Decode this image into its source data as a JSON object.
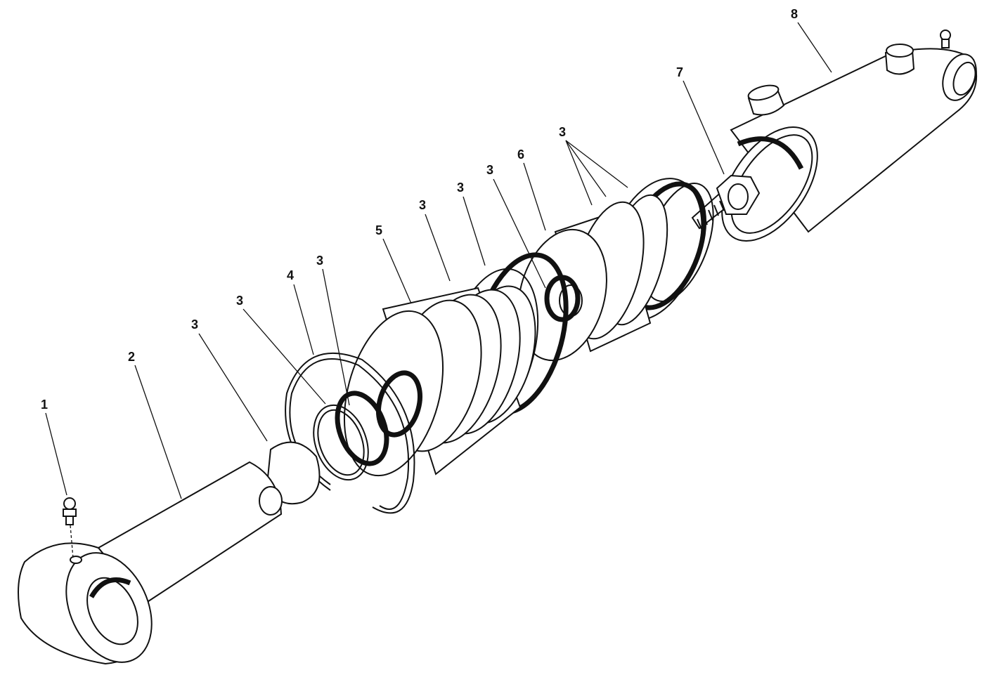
{
  "callouts": [
    {
      "number": "1"
    },
    {
      "number": "2"
    },
    {
      "number": "3"
    },
    {
      "number": "3"
    },
    {
      "number": "4"
    },
    {
      "number": "3"
    },
    {
      "number": "5"
    },
    {
      "number": "3"
    },
    {
      "number": "3"
    },
    {
      "number": "3"
    },
    {
      "number": "6"
    },
    {
      "number": "3"
    },
    {
      "number": "7"
    },
    {
      "number": "8"
    }
  ]
}
